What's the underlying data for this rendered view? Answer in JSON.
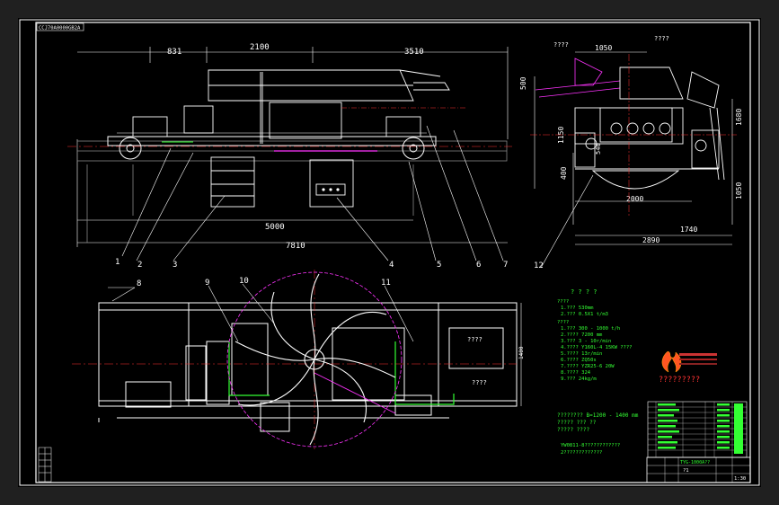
{
  "sheet": {
    "corner_code": "CCJ70A0000GB2A"
  },
  "front_view": {
    "dims_top": [
      "831",
      "2100",
      "3510"
    ],
    "dims_bottom": [
      "5000",
      "7810"
    ],
    "callouts": [
      "1",
      "2",
      "3",
      "4",
      "5",
      "6",
      "7"
    ]
  },
  "side_view": {
    "dims": [
      "1050",
      "500",
      "1150",
      "400",
      "1680",
      "1050",
      "1740",
      "2890",
      "2000",
      "540"
    ],
    "labels": [
      "????",
      "????"
    ],
    "callout": "12"
  },
  "plan_view": {
    "callouts": [
      "8",
      "9",
      "10",
      "11"
    ],
    "dim_right": "1400",
    "labels": [
      "????",
      "????"
    ]
  },
  "tech_specs": {
    "heading": "?  ?  ?  ?",
    "lines": [
      "????",
      "1.???        530mm",
      "2.???        0.5X1    t/m3",
      "????",
      "1.???      300 - 1000 t/h",
      "2.????     7200 mm",
      "3.???      3 - 10r/min",
      "4.????     Y160L-4 15KW    ????",
      "5.????     13r/min",
      "6.????     ZQ50s",
      "7.????     YZR25-6  20W",
      "8.????     324",
      "9.???      24kg/m"
    ]
  },
  "logo": {
    "caption": "?????????"
  },
  "notes": [
    "????????    B=1200 - 1400 mm",
    "?????          ???   ??",
    "?????          ????",
    "YW0811-8????????????",
    "2?????????????"
  ],
  "title_block": {
    "drawing_no": "TYG-1000A??",
    "sheet": "?1",
    "scale": "1:30"
  },
  "colors": {
    "magenta": "#ff33ff",
    "green": "#33ff33",
    "cyan": "#33ffff",
    "yellow": "#ffff44",
    "white": "#ffffff",
    "red": "#ff3333",
    "grey": "#888888"
  }
}
